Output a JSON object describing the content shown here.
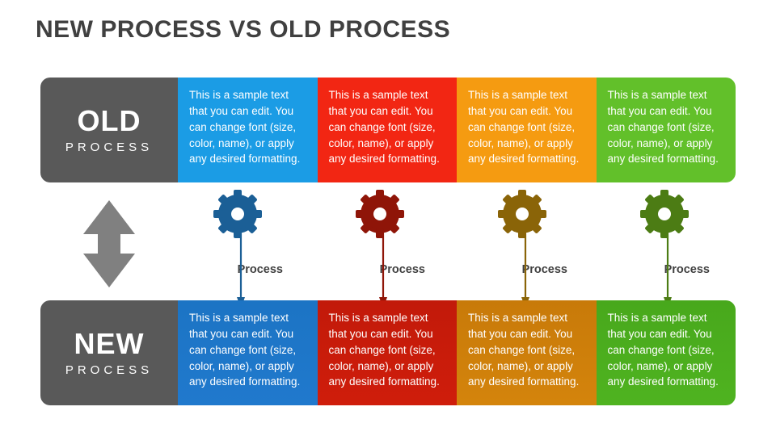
{
  "title": "New Process vs Old Process",
  "colors": {
    "label_block": "#595959",
    "blue": "#1b9ce5",
    "red": "#f22613",
    "orange": "#f59b11",
    "green": "#62c02a",
    "blue_dark": "#1c74c4",
    "red_dark": "#c21a0a",
    "orange_dark": "#c87a09",
    "green_dark": "#48a81c",
    "text_dark": "#404040",
    "arrow_gray": "#808080"
  },
  "body_text": "This is a sample text that you can edit. You can change font (size, color, name), or apply any desired formatting.",
  "rows": {
    "old": {
      "label_main": "OLD",
      "label_sub": "PROCESS",
      "cells": [
        {
          "text": "This is a sample text that you can edit. You can change font (size, color, name), or apply any desired formatting."
        },
        {
          "text": "This is a sample text that you can edit. You can change font (size, color, name), or apply any desired formatting."
        },
        {
          "text": "This is a sample text that you can edit. You can change font (size, color, name), or apply any desired formatting."
        },
        {
          "text": "This is a sample text that you can edit. You can change font (size, color, name), or apply any desired formatting."
        }
      ]
    },
    "new": {
      "label_main": "NEW",
      "label_sub": "PROCESS",
      "cells": [
        {
          "text": "This is a sample text that you can edit. You can change font (size, color, name), or apply any desired formatting."
        },
        {
          "text": "This is a sample text that you can edit. You can change font (size, color, name), or apply any desired formatting."
        },
        {
          "text": "This is a sample text that you can edit. You can change font (size, color, name), or apply any desired formatting."
        },
        {
          "text": "This is a sample text that you can edit. You can change font (size, color, name), or apply any desired formatting."
        }
      ]
    }
  },
  "middle": {
    "double_arrow_icon": "double-arrow-vertical-icon",
    "processes": [
      {
        "label": "Process",
        "icon": "gear-icon",
        "color": "#1b5f96"
      },
      {
        "label": "Process",
        "icon": "gear-icon",
        "color": "#8f1508"
      },
      {
        "label": "Process",
        "icon": "gear-icon",
        "color": "#8a6408"
      },
      {
        "label": "Process",
        "icon": "gear-icon",
        "color": "#4c7c14"
      }
    ]
  }
}
